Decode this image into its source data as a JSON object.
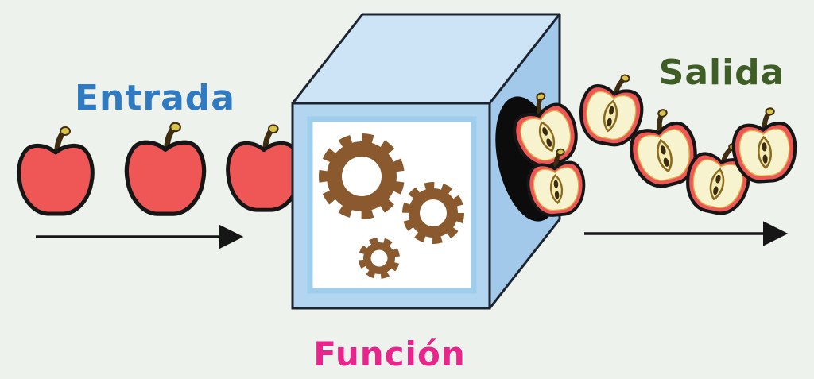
{
  "diagram": {
    "labels": {
      "input": "Entrada",
      "function": "Función",
      "output": "Salida"
    },
    "colors": {
      "background": "#edf2ec",
      "input_label": "#2f7ac1",
      "function_label": "#e9258c",
      "output_label": "#3f5e26",
      "box_front": "#b2d5f0",
      "box_top": "#cde4f7",
      "box_side": "#a3c9ea",
      "panel_fill": "#ffffff",
      "panel_border": "#9fcdec",
      "hole": "#0c0c0c",
      "gear": "#8a5a2e",
      "apple": "#ef5757",
      "apple_flesh": "#f7f3cf",
      "outline": "#161616"
    },
    "shapes": {
      "input_apples": 3,
      "output_apple_halves": 6,
      "gears": 3,
      "arrows": 2
    }
  }
}
